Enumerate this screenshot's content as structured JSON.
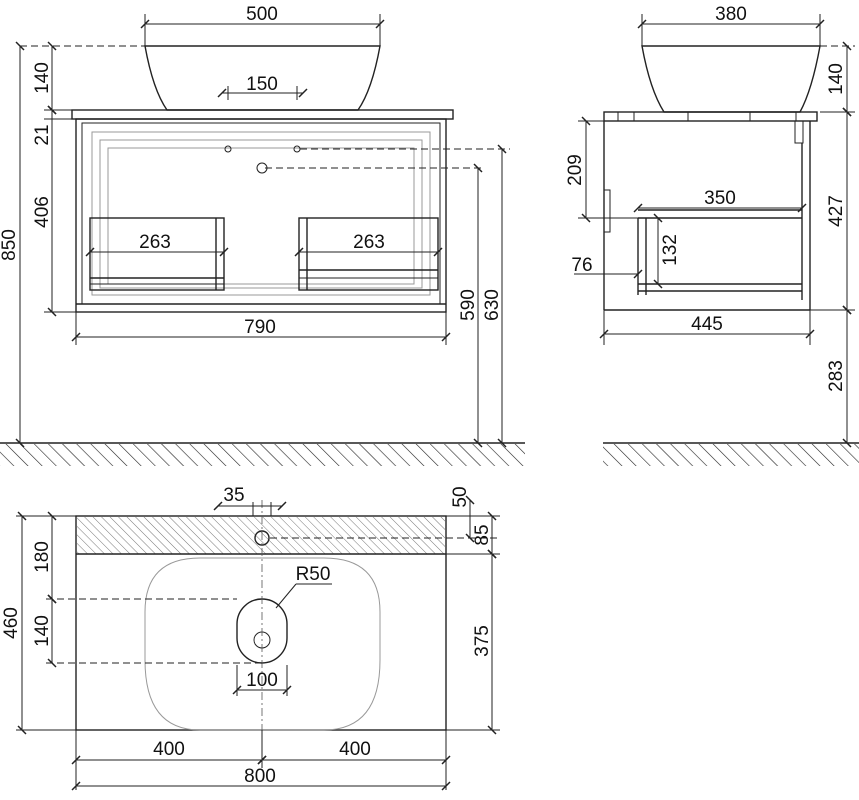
{
  "dimensions": {
    "front": {
      "bowl_width": "500",
      "bowl_height": "140",
      "tap_spacing": "150",
      "top_thickness": "21",
      "drawer_height": "406",
      "total_height": "850",
      "shelf_left": "263",
      "shelf_right": "263",
      "cabinet_width": "790",
      "drain_height": "590",
      "tap_height": "630"
    },
    "side": {
      "bowl_depth": "380",
      "bowl_height": "140",
      "drawer_front_height": "209",
      "inner_depth": "350",
      "side_height": "427",
      "shelf_height": "132",
      "shelf_offset": "76",
      "cabinet_depth": "445",
      "floor_gap": "283"
    },
    "top": {
      "hole_offset": "35",
      "hole_depth": "50",
      "hole_band": "85",
      "back_band": "180",
      "bowl_gap": "140",
      "total_depth": "460",
      "drain_radius": "R50",
      "drain_spacing": "375",
      "drain_width": "100",
      "left_half": "400",
      "right_half": "400",
      "total_width": "800"
    }
  }
}
